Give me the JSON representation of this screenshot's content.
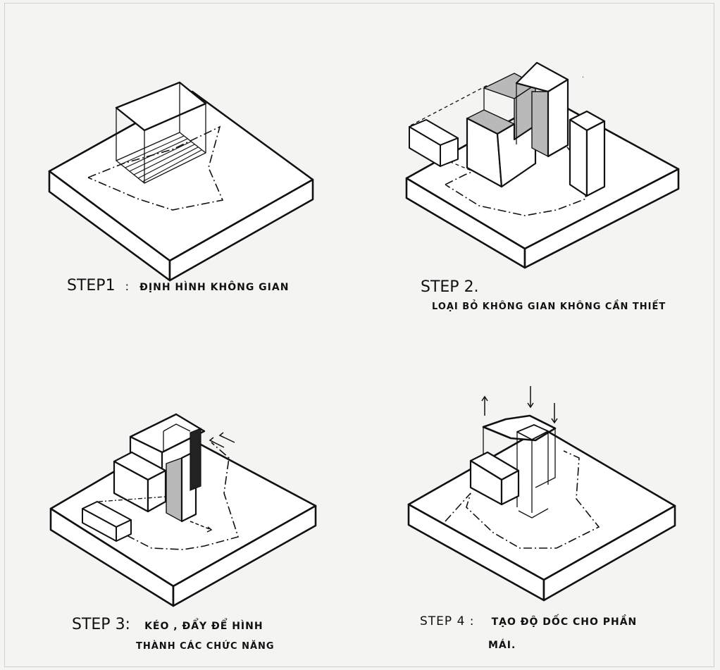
{
  "steps": [
    {
      "label": "STEP1",
      "sep": ":",
      "desc": "ĐỊNH HÌNH KHÔNG GIAN"
    },
    {
      "label": "STEP 2.",
      "desc": "LOẠI BỎ KHÔNG GIAN KHÔNG CẦN THIẾT"
    },
    {
      "label": "STEP 3:",
      "desc_line1": "KÉO , ĐẨY ĐỂ HÌNH",
      "desc_line2": "THÀNH CÁC CHỨC NĂNG"
    },
    {
      "label": "STEP 4 :",
      "desc_line1": "TẠO ĐỘ DỐC CHO PHẦN",
      "desc_line2": "MÁI."
    }
  ]
}
